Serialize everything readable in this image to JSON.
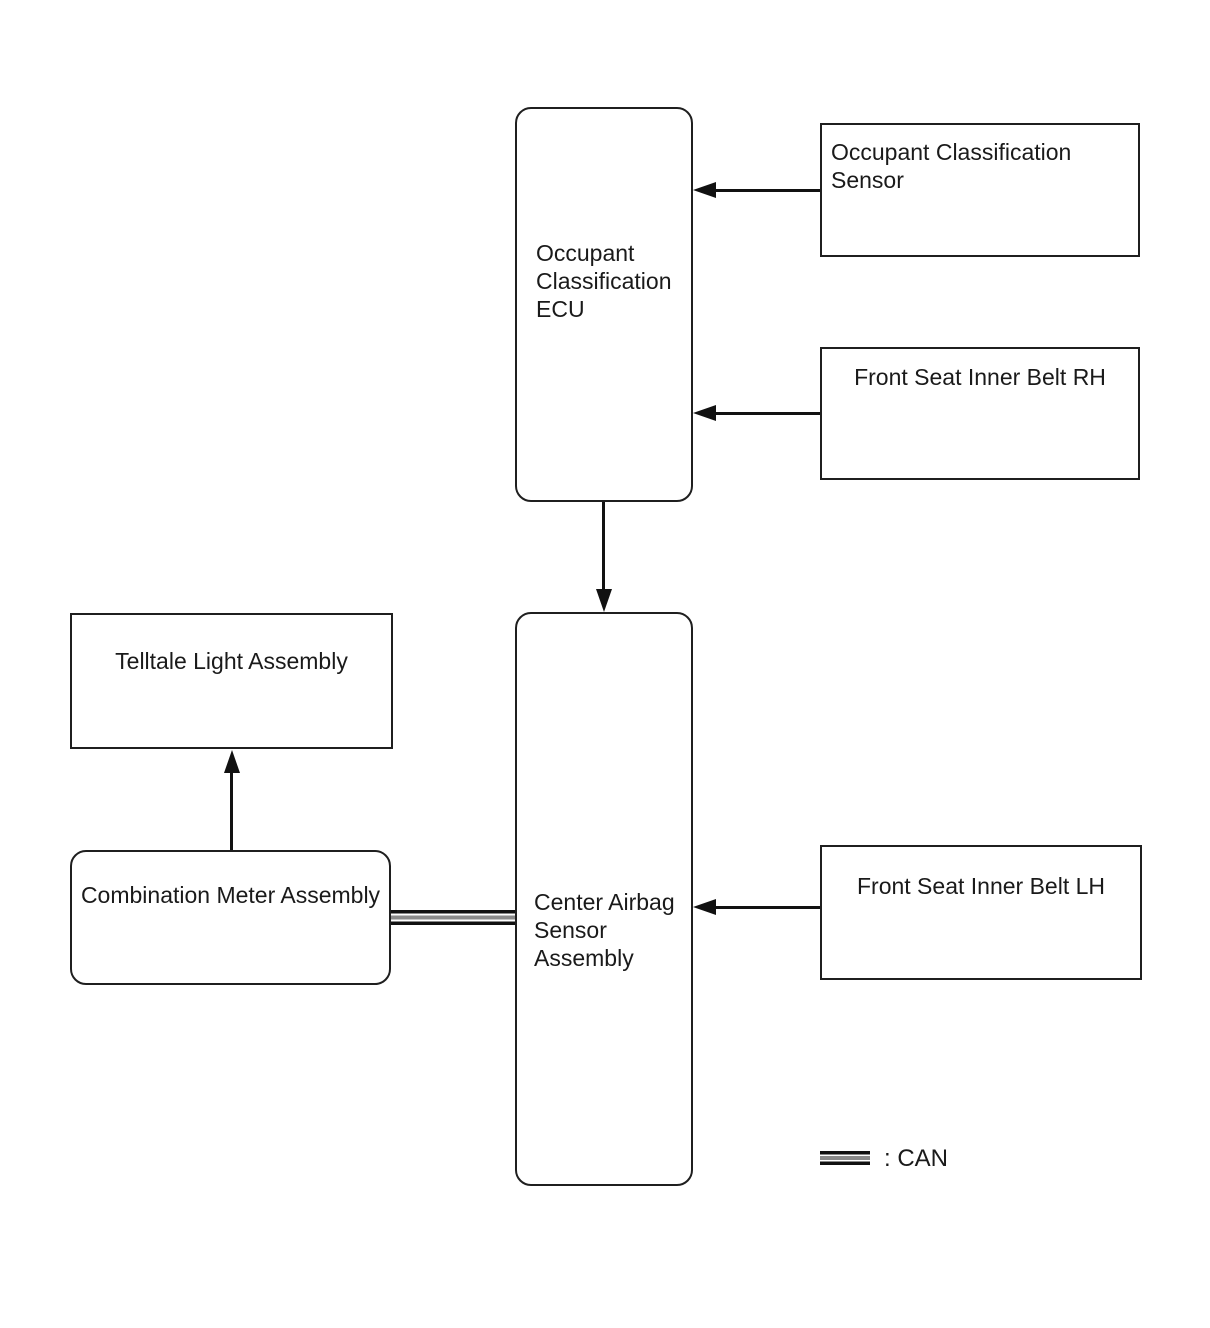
{
  "diagram": {
    "type": "system-block-diagram",
    "background": "#ffffff",
    "stroke_color": "#1a1a1a",
    "can_stripe_color": "#8a8a8a"
  },
  "nodes": {
    "occupant_classification_ecu": {
      "label": "Occupant\nClassification\nECU",
      "shape": "rounded"
    },
    "occupant_classification_sensor": {
      "label": "Occupant Classification\nSensor",
      "shape": "rect"
    },
    "front_seat_inner_belt_rh": {
      "label": "Front Seat Inner Belt RH",
      "shape": "rect"
    },
    "front_seat_inner_belt_lh": {
      "label": "Front Seat Inner Belt LH",
      "shape": "rect"
    },
    "telltale_light_assembly": {
      "label": "Telltale Light Assembly",
      "shape": "rect"
    },
    "combination_meter_assembly": {
      "label": "Combination Meter Assembly",
      "shape": "rounded"
    },
    "center_airbag_sensor_assembly": {
      "label": "Center Airbag\nSensor\nAssembly",
      "shape": "rounded"
    }
  },
  "edges": [
    {
      "from": "occupant_classification_sensor",
      "to": "occupant_classification_ecu",
      "type": "arrow"
    },
    {
      "from": "front_seat_inner_belt_rh",
      "to": "occupant_classification_ecu",
      "type": "arrow"
    },
    {
      "from": "occupant_classification_ecu",
      "to": "center_airbag_sensor_assembly",
      "type": "arrow"
    },
    {
      "from": "combination_meter_assembly",
      "to": "telltale_light_assembly",
      "type": "arrow"
    },
    {
      "from": "front_seat_inner_belt_lh",
      "to": "center_airbag_sensor_assembly",
      "type": "arrow"
    },
    {
      "from": "combination_meter_assembly",
      "to": "center_airbag_sensor_assembly",
      "type": "can-bus"
    }
  ],
  "legend": {
    "symbol": "can-bus-line",
    "label": ": CAN"
  }
}
